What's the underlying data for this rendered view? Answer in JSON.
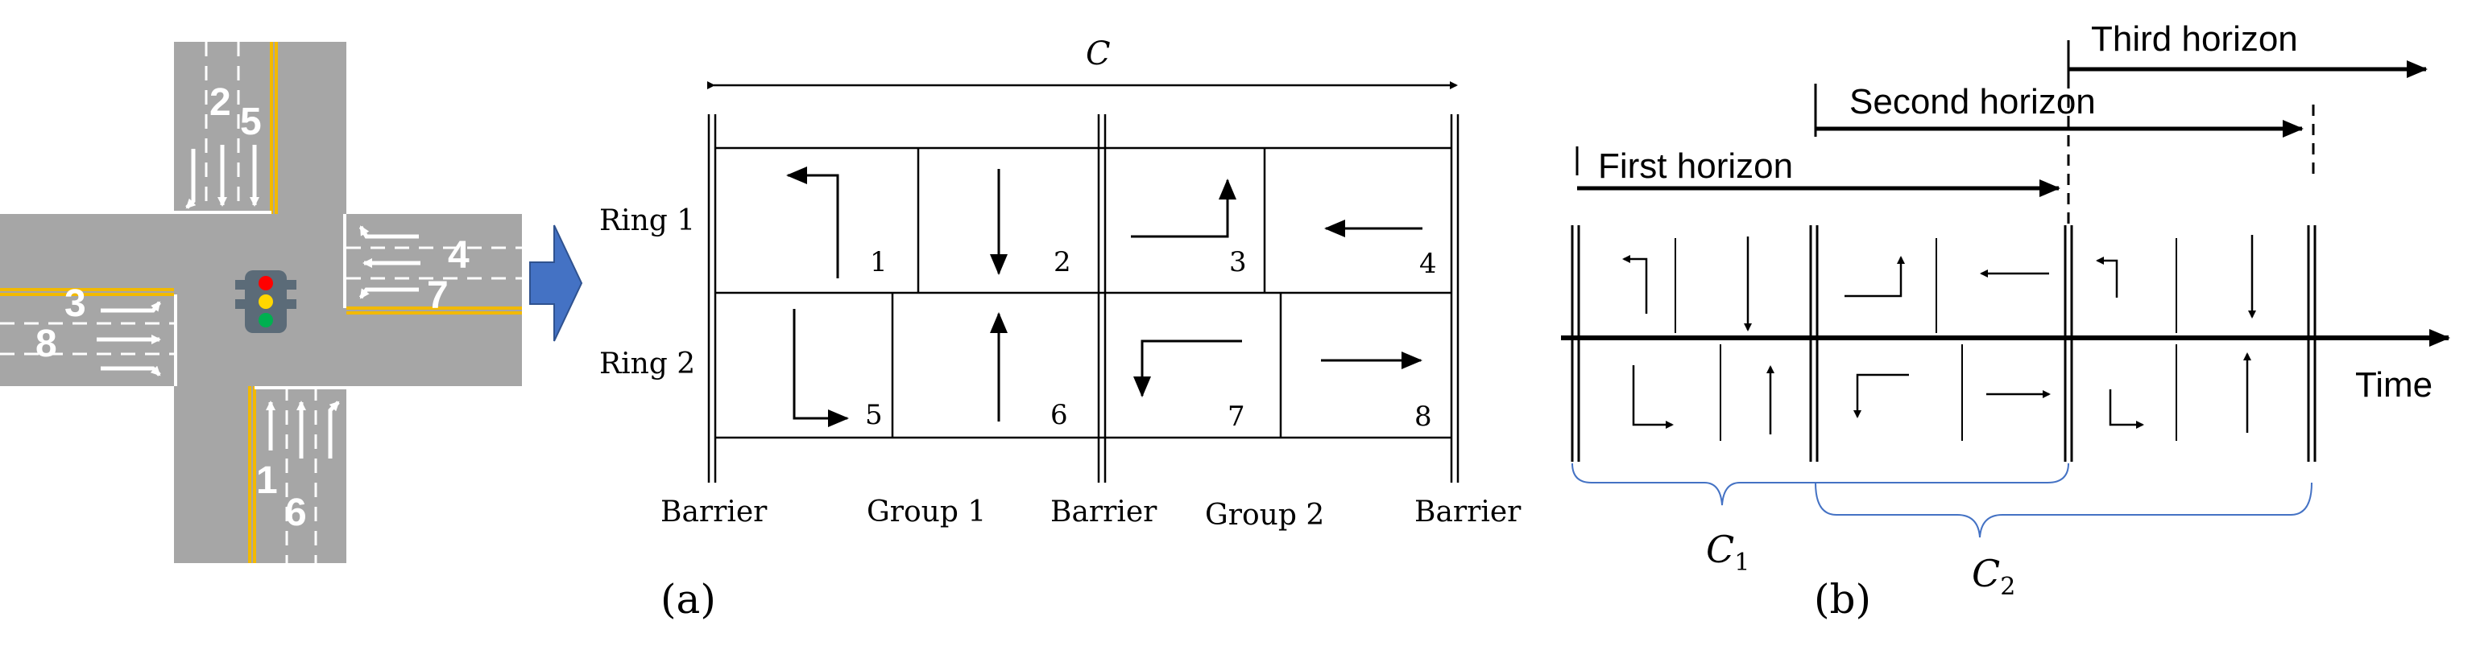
{
  "intersection": {
    "movements": [
      "2",
      "5",
      "4",
      "7",
      "3",
      "8",
      "1",
      "6"
    ]
  },
  "ring_diagram": {
    "cycle_label": "C",
    "rings": [
      "Ring 1",
      "Ring 2"
    ],
    "ring1_phases": [
      "1",
      "2",
      "3",
      "4"
    ],
    "ring2_phases": [
      "5",
      "6",
      "7",
      "8"
    ],
    "barriers": [
      "Barrier",
      "Barrier",
      "Barrier"
    ],
    "groups": [
      "Group 1",
      "Group 2"
    ],
    "panel_label": "(a)"
  },
  "horizon_diagram": {
    "horizons": [
      "First horizon",
      "Second horizon",
      "Third horizon"
    ],
    "axis_label": "Time",
    "cycle_labels": [
      "C1",
      "C2"
    ],
    "cycle_base": "C",
    "cycle_subscripts": [
      "1",
      "2"
    ],
    "panel_label": "(b)"
  },
  "colors": {
    "road": "#a6a6a6",
    "road_edge": "#f2b900",
    "lane_marking": "#ffffff",
    "arrow_fill": "#4472c4",
    "arrow_stroke": "#2f528f",
    "brace": "#4472c4",
    "light_red": "#ff0000",
    "light_yellow": "#ffd700",
    "light_green": "#00b050"
  }
}
